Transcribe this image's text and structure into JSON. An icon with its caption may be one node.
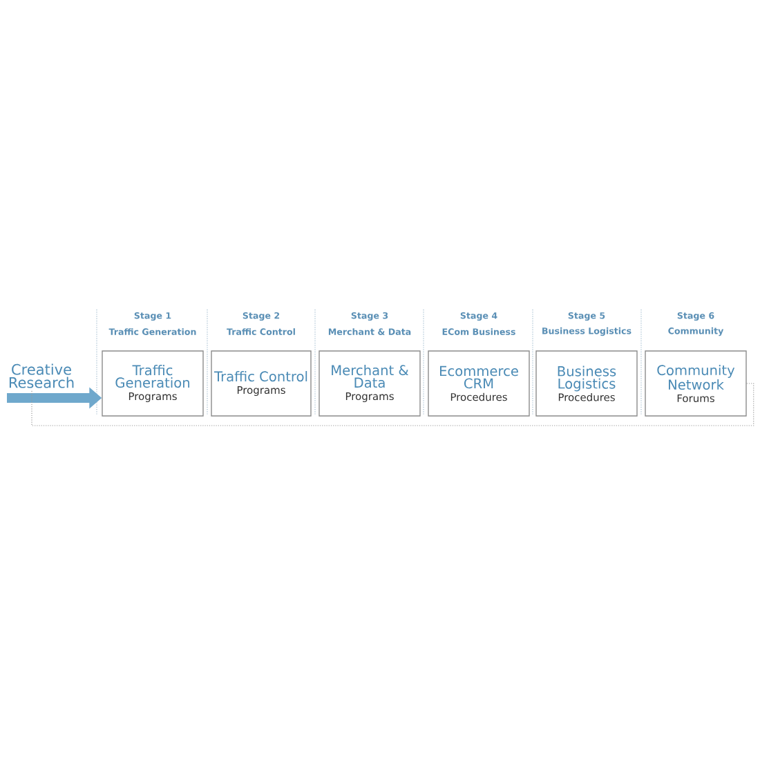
{
  "diagram": {
    "nodes": [
      {
        "text": [
          "Creative Research"
        ]
      },
      {
        "text": [
          "Traffic Generation",
          "Programs"
        ],
        "beside": [
          "Stage 1",
          "Traffic Generation"
        ]
      },
      {
        "text": [
          "Traffic Control",
          "Programs"
        ],
        "beside": [
          "Stage 2",
          "Traffic Control"
        ]
      },
      {
        "text": [
          "Merchant & Data",
          "Programs"
        ],
        "beside": [
          "Stage 3",
          "Merchant & Data"
        ]
      },
      {
        "text": [
          "Ecommerce CRM",
          "Procedures"
        ],
        "beside": [
          "Stage 4",
          "ECom Business"
        ]
      },
      {
        "text": [
          "Business Logistics",
          "Procedures"
        ],
        "beside": [
          "Stage 5",
          "Business Logistics"
        ]
      },
      {
        "text": [
          "Community Network",
          "Forums"
        ],
        "beside": [
          "Stage 6",
          "Community"
        ]
      }
    ],
    "edges": [
      {
        "from": 0,
        "to": 1,
        "arrow": "to",
        "style": "thick"
      },
      {
        "from": 6,
        "to": 0,
        "arrow": "none",
        "style": "dashed"
      }
    ]
  }
}
